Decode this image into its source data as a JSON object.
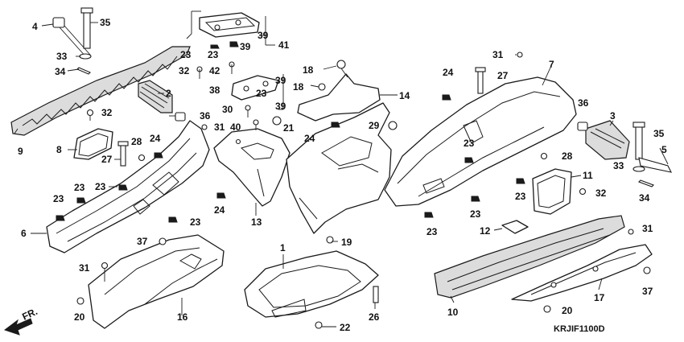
{
  "diagram_code": "KRJIF1100D",
  "direction_label": "FR.",
  "callouts": {
    "c1": "1",
    "c2": "2",
    "c3": "3",
    "c4": "4",
    "c5": "5",
    "c6": "6",
    "c7": "7",
    "c8": "8",
    "c9": "9",
    "c10": "10",
    "c11": "11",
    "c12": "12",
    "c13": "13",
    "c14": "14",
    "c16": "16",
    "c17": "17",
    "c18a": "18",
    "c18b": "18",
    "c19": "19",
    "c20a": "20",
    "c20b": "20",
    "c21": "21",
    "c22": "22",
    "c23a": "23",
    "c23b": "23",
    "c23c": "23",
    "c23d": "23",
    "c23e": "23",
    "c23f": "23",
    "c23g": "23",
    "c23h": "23",
    "c23i": "23",
    "c23j": "23",
    "c23k": "23",
    "c24a": "24",
    "c24b": "24",
    "c24c": "24",
    "c24d": "24",
    "c26": "26",
    "c27a": "27",
    "c27b": "27",
    "c28a": "28",
    "c28b": "28",
    "c29": "29",
    "c30": "30",
    "c31a": "31",
    "c31b": "31",
    "c31c": "31",
    "c31d": "31",
    "c32a": "32",
    "c32b": "32",
    "c32c": "32",
    "c33a": "33",
    "c33b": "33",
    "c34a": "34",
    "c34b": "34",
    "c35a": "35",
    "c35b": "35",
    "c36a": "36",
    "c36b": "36",
    "c37a": "37",
    "c37b": "37",
    "c38": "38",
    "c39a": "39",
    "c39b": "39",
    "c39c": "39",
    "c39d": "39",
    "c40": "40",
    "c41": "41",
    "c42": "42"
  }
}
